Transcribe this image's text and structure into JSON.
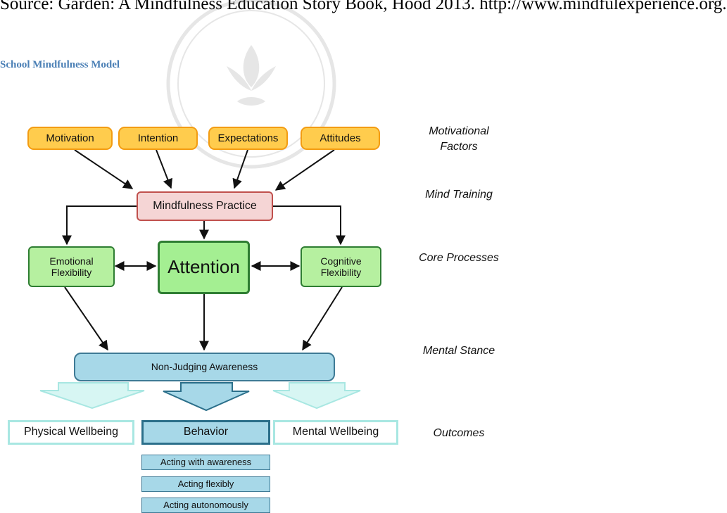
{
  "citation": "Source: Garden: A Mindfulness Education Story Book, Hood 2013. http://www.mindfulexperience.org.",
  "figure_title": "School Mindfulness Model",
  "nodes": {
    "motivation": "Motivation",
    "intention": "Intention",
    "expectations": "Expectations",
    "attitudes": "Attitudes",
    "practice": "Mindfulness Practice",
    "emotional": "Emotional Flexibility",
    "attention": "Attention",
    "cognitive": "Cognitive Flexibility",
    "awareness": "Non-Judging Awareness",
    "physical": "Physical Wellbeing",
    "behavior": "Behavior",
    "mental": "Mental Wellbeing",
    "acting_awareness": "Acting with awareness",
    "acting_flexibly": "Acting flexibly",
    "acting_autonomously": "Acting autonomously"
  },
  "levels": {
    "motivational": "Motivational Factors",
    "mind_training": "Mind Training",
    "core": "Core Processes",
    "stance": "Mental Stance",
    "outcomes": "Outcomes"
  },
  "colors": {
    "motivation_fill": "#ffcc4d",
    "practice_fill": "#f5d5d5",
    "core_fill": "#a4ef92",
    "awareness_fill": "#a7d8e8",
    "outcome_border": "#a8e7e2",
    "title": "#4a7fb5"
  }
}
